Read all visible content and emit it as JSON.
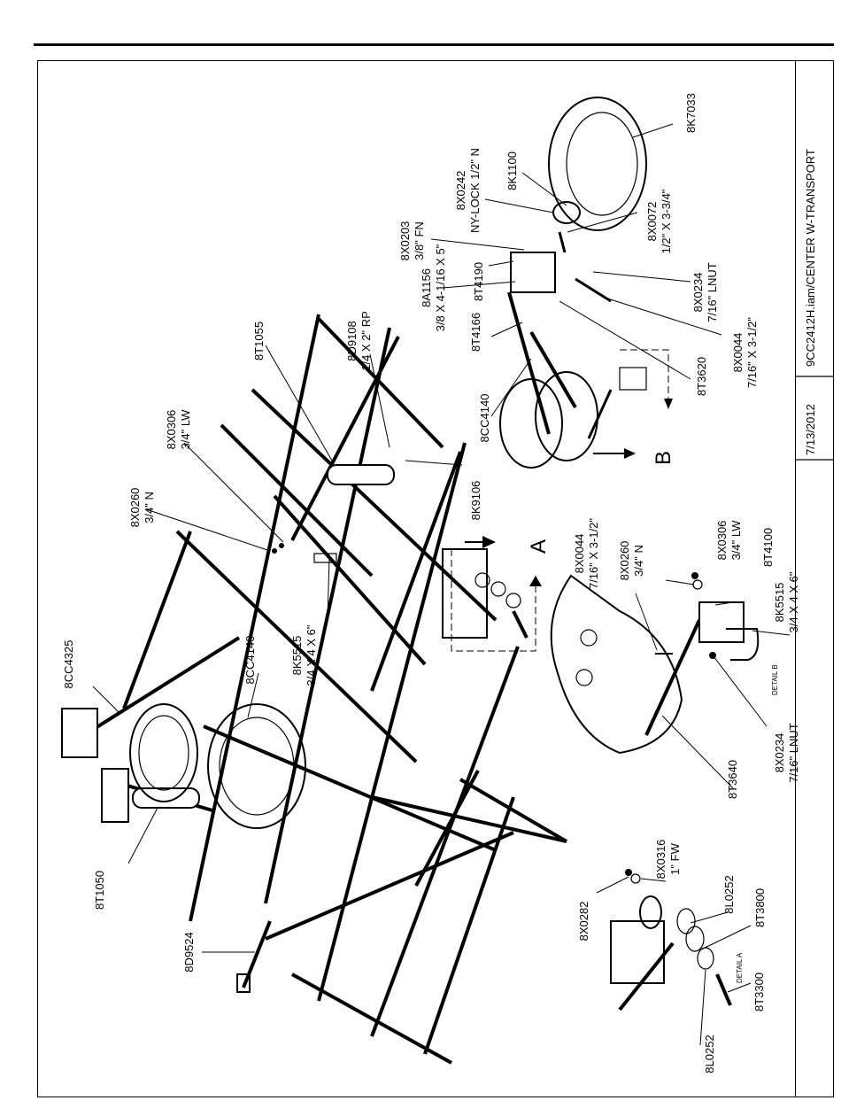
{
  "title_block": {
    "date": "7/13/2012",
    "drawing_name": "9CC2412H.iam/CENTER W-TRANSPORT"
  },
  "detail_labels": {
    "detail_a": "DETAIL A",
    "detail_b": "DETAIL B",
    "section_a": "A",
    "section_b": "B"
  },
  "callouts": [
    {
      "part": "8K7033",
      "desc": ""
    },
    {
      "part": "8X0242",
      "desc": "NY-LOCK 1/2\" N"
    },
    {
      "part": "8K1100",
      "desc": ""
    },
    {
      "part": "8X0203",
      "desc": "3/8\" FN"
    },
    {
      "part": "8X0072",
      "desc": "1/2\" X 3-3/4\""
    },
    {
      "part": "8T4190",
      "desc": ""
    },
    {
      "part": "8X0234",
      "desc": "7/16\" LNUT"
    },
    {
      "part": "8A1156",
      "desc": "3/8 X 4-1/16 X 5\""
    },
    {
      "part": "8T4166",
      "desc": ""
    },
    {
      "part": "8X0044",
      "desc": "7/16\" X 3-1/2\""
    },
    {
      "part": "8CC4140",
      "desc": ""
    },
    {
      "part": "8T3620",
      "desc": ""
    },
    {
      "part": "8D9108",
      "desc": "1/4 X 2\" RP"
    },
    {
      "part": "8T1055",
      "desc": ""
    },
    {
      "part": "8X0306",
      "desc": "3/4\" LW"
    },
    {
      "part": "8K9106",
      "desc": ""
    },
    {
      "part": "8X0260",
      "desc": "3/4\" N"
    },
    {
      "part": "8X0044",
      "desc": "7/16\" X 3-1/2\""
    },
    {
      "part": "8X0260",
      "desc": "3/4\" N"
    },
    {
      "part": "8X0306",
      "desc": "3/4\" LW"
    },
    {
      "part": "8T4100",
      "desc": ""
    },
    {
      "part": "8K5515",
      "desc": "3/4 X 4 X 6\""
    },
    {
      "part": "8K5515",
      "desc": "3/4 X 4 X 6\""
    },
    {
      "part": "8CC4325",
      "desc": ""
    },
    {
      "part": "8CC4140",
      "desc": ""
    },
    {
      "part": "8X0234",
      "desc": "7/16\" LNUT"
    },
    {
      "part": "8T3640",
      "desc": ""
    },
    {
      "part": "8T1050",
      "desc": ""
    },
    {
      "part": "8X0316",
      "desc": "1\" FW"
    },
    {
      "part": "8X0282",
      "desc": ""
    },
    {
      "part": "8L0252",
      "desc": ""
    },
    {
      "part": "8T3800",
      "desc": ""
    },
    {
      "part": "8D9524",
      "desc": ""
    },
    {
      "part": "8T3300",
      "desc": ""
    },
    {
      "part": "8L0252",
      "desc": ""
    }
  ]
}
